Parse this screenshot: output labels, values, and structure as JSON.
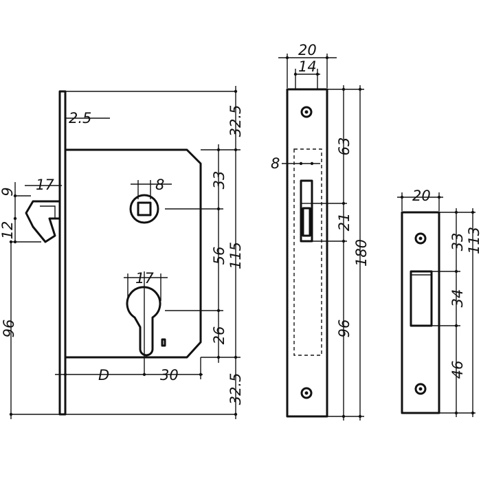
{
  "drawing": {
    "lock_body": {
      "faceplate_thickness": "2.5",
      "top_offset": "32.5",
      "bottom_offset": "32.5",
      "spindle_to_body_top": "33",
      "spindle_to_cylinder": "56",
      "cylinder_to_body_bottom": "26",
      "body_height": "115",
      "spindle_square": "8",
      "cylinder_width": "17",
      "backset_label": "D",
      "cylinder_to_edge": "30",
      "latch_projection": "17",
      "latch_offset": "9",
      "latch_height": "12",
      "latch_to_bottom": "96"
    },
    "faceplate": {
      "width": "20",
      "hole_spacing_width": "14",
      "latch_slot_width": "8",
      "top_to_latch": "63",
      "latch_slot_height": "21",
      "latch_to_bottom": "96",
      "total_height": "180"
    },
    "strike_plate": {
      "width": "20",
      "top_to_opening": "33",
      "opening_height": "34",
      "opening_to_bottom": "46",
      "total_height": "113"
    }
  }
}
